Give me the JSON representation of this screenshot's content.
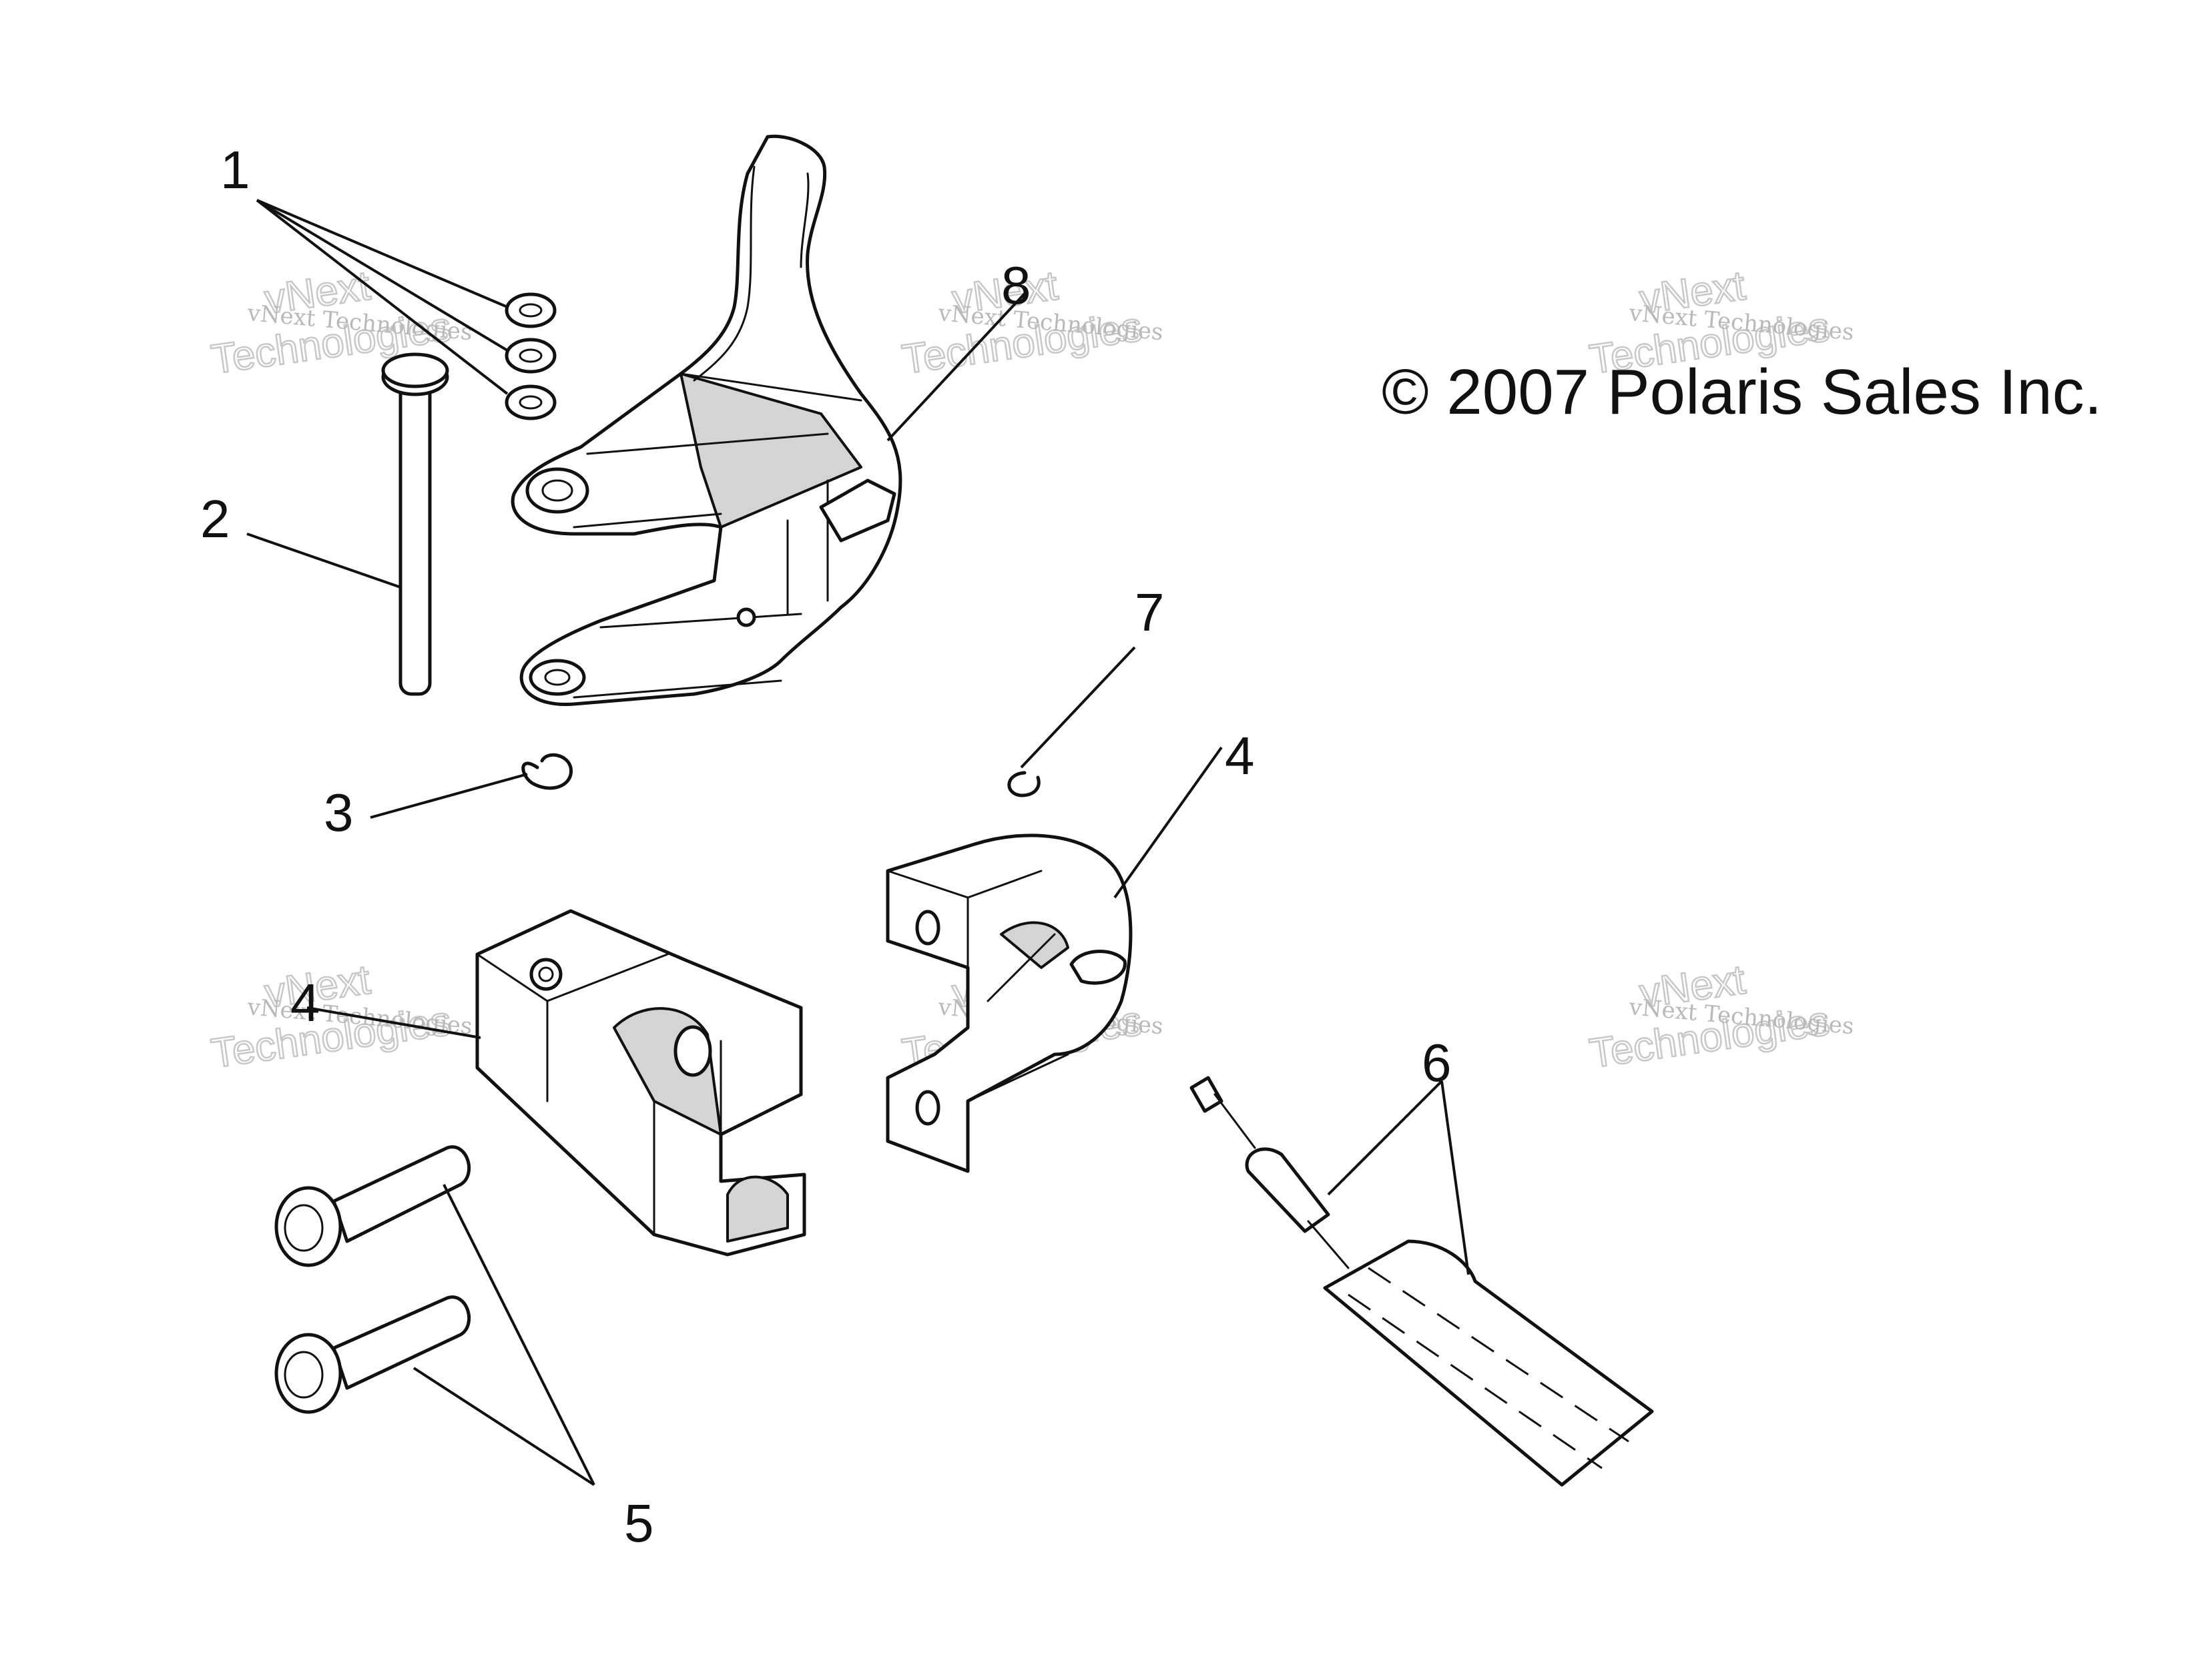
{
  "copyright": "© 2007 Polaris Sales Inc.",
  "watermark": {
    "line1": "vNext Technologies",
    "line2": "vNext",
    "line3": "Technologies"
  },
  "callouts": {
    "c1": "1",
    "c2": "2",
    "c3": "3",
    "c4a": "4",
    "c4b": "4",
    "c5": "5",
    "c6": "6",
    "c7": "7",
    "c8": "8"
  },
  "parts": {
    "p1": "washers",
    "p2": "pin",
    "p3": "clip",
    "p4": "clamp block",
    "p5": "socket head bolts",
    "p6": "cable",
    "p7": "e-clip",
    "p8": "lever bracket"
  },
  "colors": {
    "line": "#111111",
    "shade": "#d4d4d4",
    "watermark": "#b9b9b9"
  }
}
